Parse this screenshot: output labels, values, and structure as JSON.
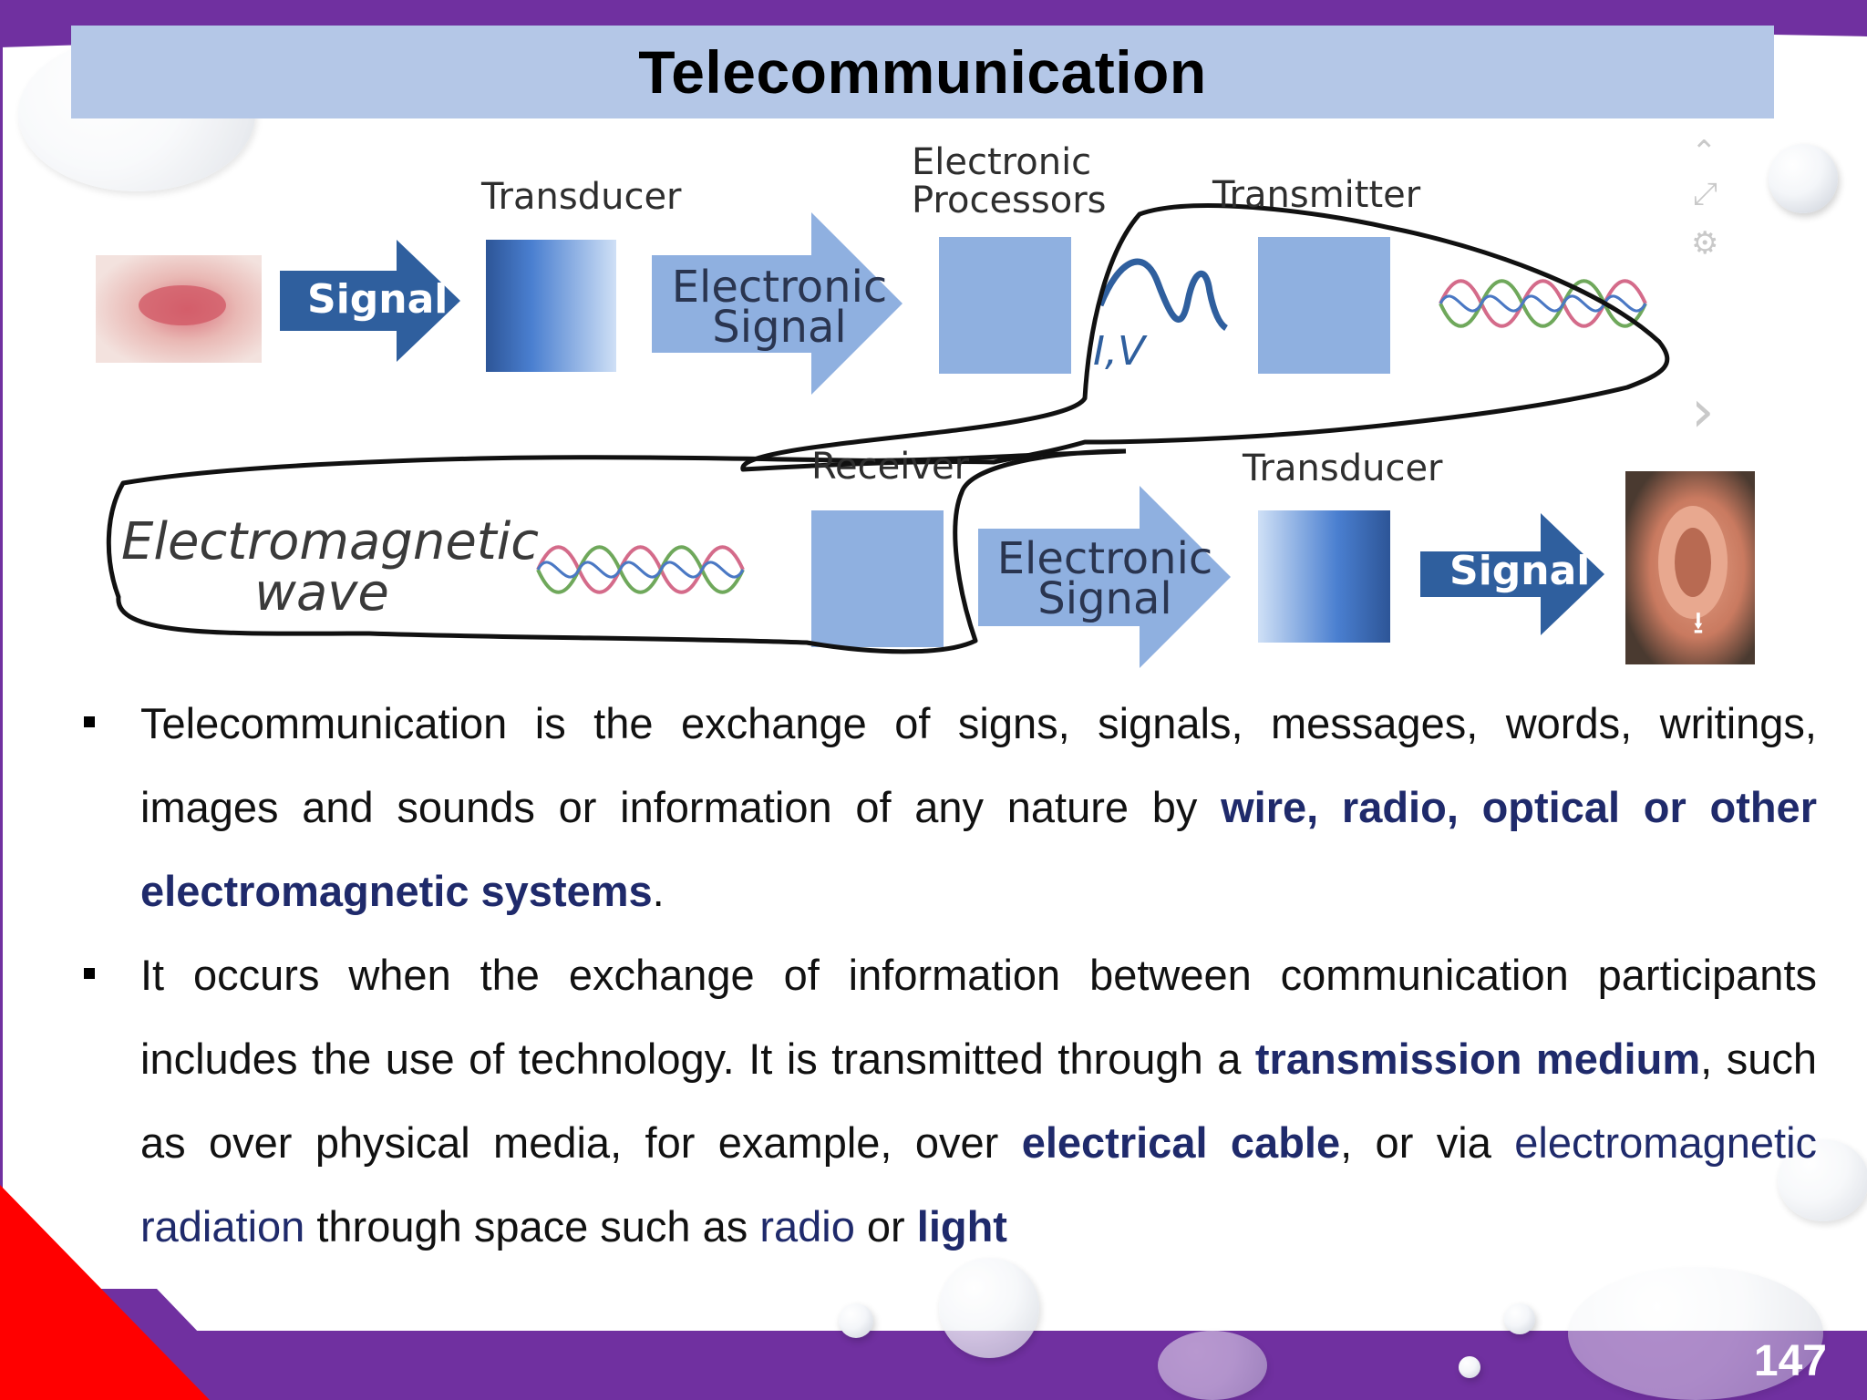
{
  "slide": {
    "title": "Telecommunication",
    "page_number": "147"
  },
  "diagram": {
    "top_row": {
      "transducer_label": "Transducer",
      "processors_label": "Electronic Processors",
      "processors_line1": "Electronic",
      "processors_line2": "Processors",
      "transmitter_label": "Transmitter",
      "arrow1_text": "Signal",
      "arrow2_line1": "Electronic",
      "arrow2_line2": "Signal",
      "wave_label": "I,V"
    },
    "bottom_row": {
      "em_line1": "Electromagnetic",
      "em_line2": "wave",
      "receiver_label": "Receiver",
      "transducer_label": "Transducer",
      "arrow1_line1": "Electronic",
      "arrow1_line2": "Signal",
      "arrow2_text": "Signal"
    }
  },
  "bullets": [
    {
      "parts": [
        "Telecommunication is the exchange of signs, signals, messages, words, writings, images and sounds or information of any nature by ",
        "wire, radio, optical or other electromagnetic systems",
        "."
      ]
    },
    {
      "parts": [
        "It occurs when the exchange of information between communication participants includes the use of technology. It is transmitted through a ",
        "transmission medium",
        ", such as over physical media, for example, over ",
        "electrical cable",
        ", or via ",
        "electromagnetic radiation",
        " through space such as ",
        "radio",
        " or ",
        "light"
      ]
    }
  ],
  "colors": {
    "purple": "#7030a0",
    "title_bg": "#b4c7e7",
    "highlight": "#1f2a6b",
    "box_blue": "#8fb0e0",
    "arrow_dark": "#2f5f9e",
    "red": "#ff0000"
  }
}
